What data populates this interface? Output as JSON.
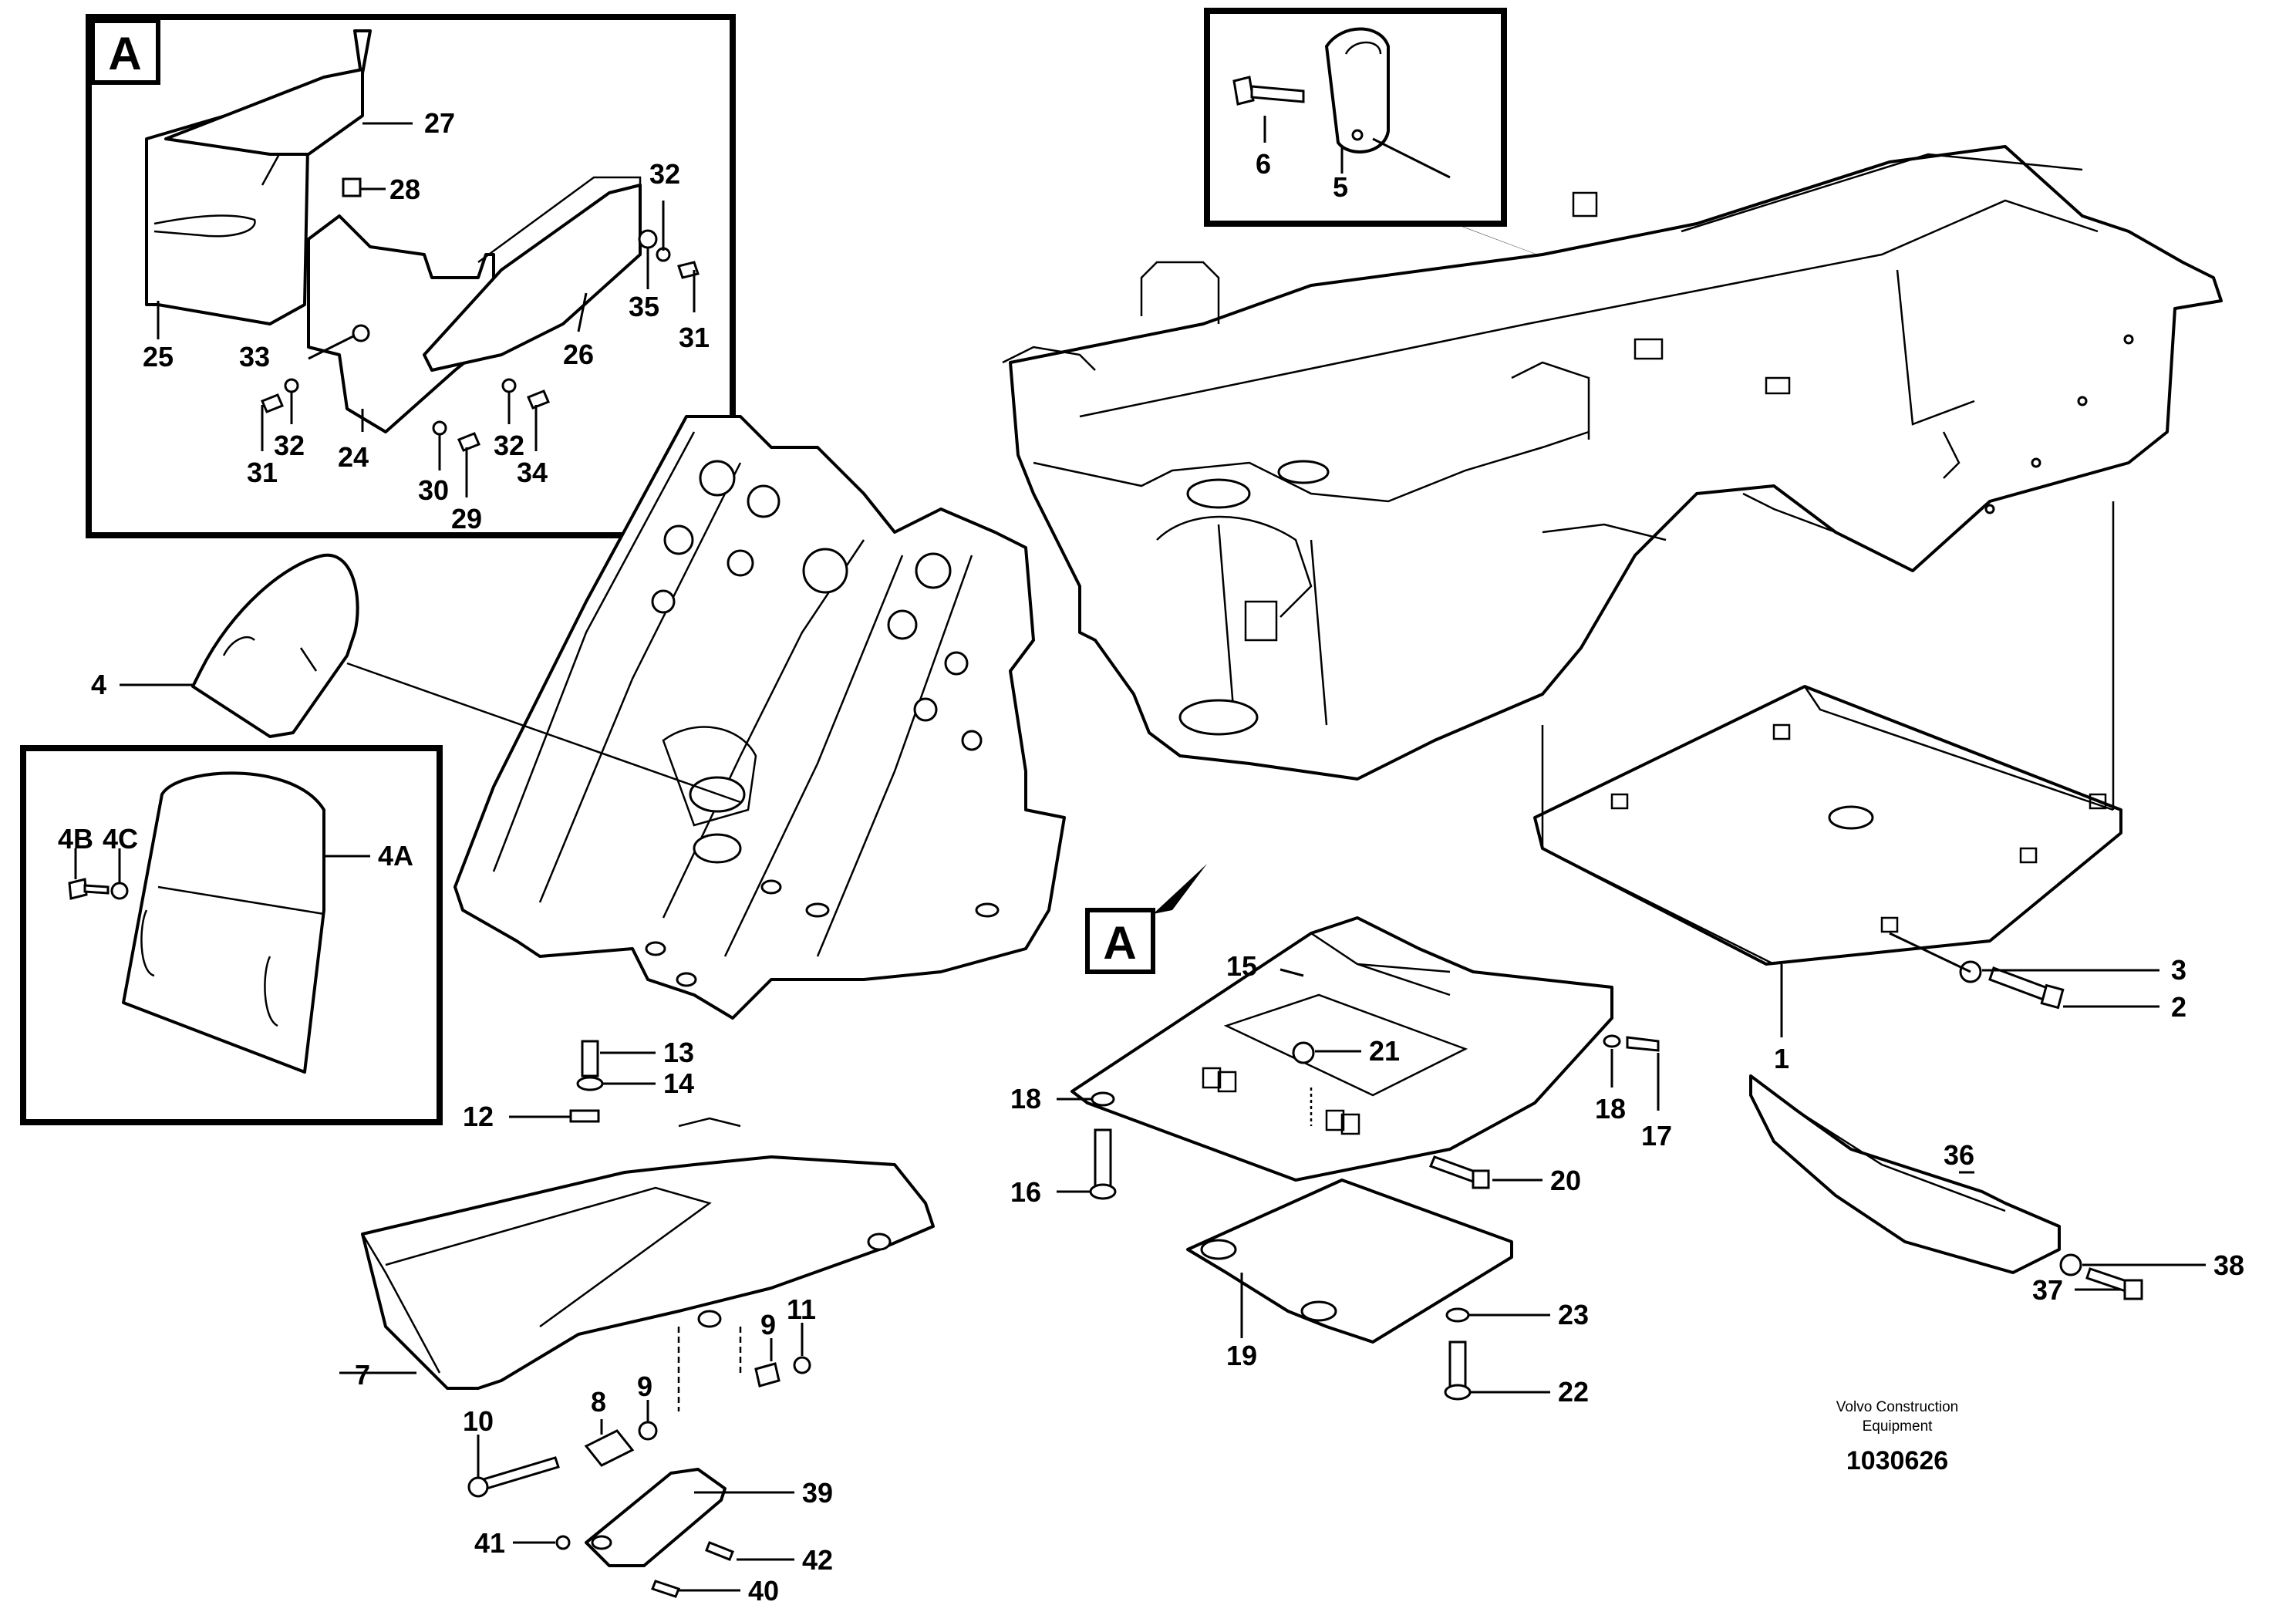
{
  "detail_A_label": "A",
  "detail_A_pointer_label": "A",
  "part_numbers": {
    "p1": "1",
    "p2": "2",
    "p3": "3",
    "p4": "4",
    "p4A": "4A",
    "p4B": "4B",
    "p4C": "4C",
    "p5": "5",
    "p6": "6",
    "p7": "7",
    "p8": "8",
    "p9a": "9",
    "p9b": "9",
    "p10": "10",
    "p11": "11",
    "p12": "12",
    "p13": "13",
    "p14": "14",
    "p15": "15",
    "p16": "16",
    "p17": "17",
    "p18a": "18",
    "p18b": "18",
    "p19": "19",
    "p20": "20",
    "p21": "21",
    "p22": "22",
    "p23": "23",
    "p24": "24",
    "p25": "25",
    "p26": "26",
    "p27": "27",
    "p28": "28",
    "p29": "29",
    "p30": "30",
    "p31a": "31",
    "p31b": "31",
    "p32a": "32",
    "p32b": "32",
    "p32c": "32",
    "p33": "33",
    "p34": "34",
    "p35": "35",
    "p36": "36",
    "p37": "37",
    "p38": "38",
    "p39": "39",
    "p40": "40",
    "p41": "41",
    "p42": "42"
  },
  "credit": {
    "line1": "Volvo Construction",
    "line2": "Equipment"
  },
  "drawing_number": "1030626"
}
